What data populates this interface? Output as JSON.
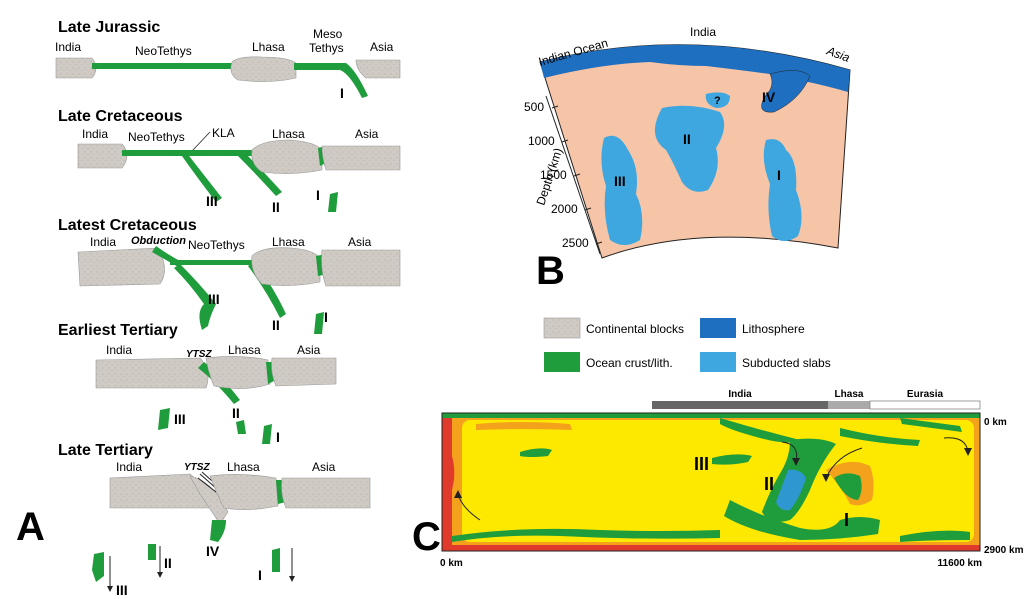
{
  "colors": {
    "continental": "#cfcac4",
    "ocean": "#1f9c3b",
    "lithosphere": "#1f6fc0",
    "slab": "#3fa7e0",
    "mantle": "#f6c4a6",
    "model_yellow": "#fde800",
    "model_orange": "#f4a21b",
    "model_red": "#e03a2c",
    "model_green": "#1f9c3b",
    "model_blue": "#2f97d0"
  },
  "panelA": {
    "label": "A",
    "stages": [
      {
        "title": "Late Jurassic",
        "labels": {
          "india": "India",
          "neotethys": "NeoTethys",
          "lhasa": "Lhasa",
          "meso": "Meso",
          "tethys": "Tethys",
          "asia": "Asia"
        },
        "slabs": {
          "I": "I"
        }
      },
      {
        "title": "Late Cretaceous",
        "labels": {
          "india": "India",
          "neotethys": "NeoTethys",
          "kla": "KLA",
          "lhasa": "Lhasa",
          "asia": "Asia"
        },
        "slabs": {
          "III": "III",
          "II": "II",
          "I": "I"
        }
      },
      {
        "title": "Latest Cretaceous",
        "labels": {
          "india": "India",
          "obduction": "Obduction",
          "neotethys": "NeoTethys",
          "lhasa": "Lhasa",
          "asia": "Asia"
        },
        "slabs": {
          "III": "III",
          "II": "II",
          "I": "I"
        }
      },
      {
        "title": "Earliest Tertiary",
        "labels": {
          "india": "India",
          "ytsz": "YTSZ",
          "lhasa": "Lhasa",
          "asia": "Asia"
        },
        "slabs": {
          "III": "III",
          "II": "II",
          "I": "I"
        }
      },
      {
        "title": "Late Tertiary",
        "labels": {
          "india": "India",
          "ytsz": "YTSZ",
          "lhasa": "Lhasa",
          "asia": "Asia"
        },
        "slabs": {
          "IV": "IV",
          "III": "III",
          "II": "II",
          "I": "I"
        }
      }
    ]
  },
  "panelB": {
    "label": "B",
    "top_labels": {
      "indian_ocean": "Indian Ocean",
      "india": "India",
      "asia": "Asia"
    },
    "axis_label": "Depth (km)",
    "ticks": [
      "500",
      "1000",
      "1500",
      "2000",
      "2500"
    ],
    "slabs": {
      "q": "?",
      "IV": "IV",
      "II": "II",
      "III": "III",
      "I": "I"
    }
  },
  "legend": {
    "items": [
      {
        "key": "continental",
        "label": "Continental blocks"
      },
      {
        "key": "lithosphere",
        "label": "Lithosphere"
      },
      {
        "key": "ocean",
        "label": "Ocean crust/lith."
      },
      {
        "key": "slab",
        "label": "Subducted slabs"
      }
    ]
  },
  "panelC": {
    "label": "C",
    "bar_labels": {
      "india": "India",
      "lhasa": "Lhasa",
      "eurasia": "Eurasia"
    },
    "depth_top": "0 km",
    "depth_bottom": "2900 km",
    "x_left": "0 km",
    "x_right": "11600 km",
    "slabs": {
      "III": "III",
      "II": "II",
      "I": "I"
    }
  }
}
